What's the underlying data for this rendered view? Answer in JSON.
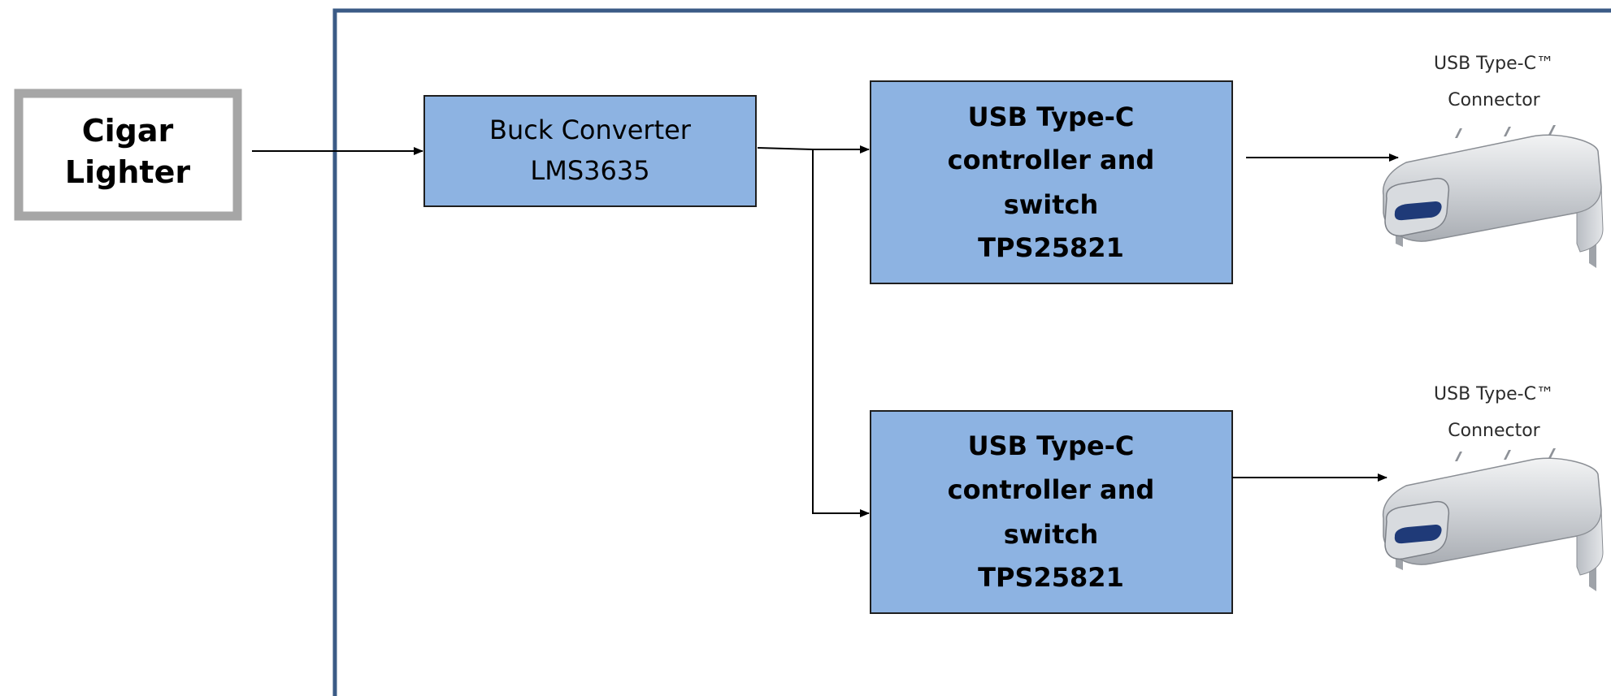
{
  "source": {
    "lines": [
      "Cigar",
      "Lighter"
    ]
  },
  "buck": {
    "lines": [
      "Buck Converter",
      "LMS3635"
    ]
  },
  "controllers": [
    {
      "lines": [
        "USB Type-C",
        "controller and",
        "switch",
        "TPS25821"
      ]
    },
    {
      "lines": [
        "USB Type-C",
        "controller and",
        "switch",
        "TPS25821"
      ]
    }
  ],
  "connectors": [
    {
      "lines": [
        "USB Type-C™",
        "Connector"
      ]
    },
    {
      "lines": [
        "USB Type-C™",
        "Connector"
      ]
    }
  ],
  "colors": {
    "block_fill": "#8db3e2",
    "block_border": "#1f1f1f",
    "enclosure_border": "#3b5b86",
    "source_border": "#a6a6a6",
    "connector_metal": "#c9ccd1"
  }
}
